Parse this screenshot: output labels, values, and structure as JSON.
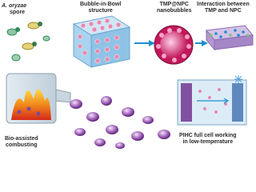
{
  "labels": {
    "spore": {
      "species": "A. oryzae",
      "word": "spore"
    },
    "bubble": {
      "line1": "Bubble-in-Bowl",
      "line2": "structure"
    },
    "nanobubbles": {
      "line1": "TMP@NPC",
      "line2": "nanobubbles"
    },
    "interaction": {
      "line1": "Interaction between",
      "line2": "TMP and NPC"
    },
    "combusting": {
      "line1": "Bio-assisted",
      "line2": "combusting"
    },
    "cell": {
      "line1": "PIHC full cell working",
      "line2": "in low-temperature"
    }
  },
  "colors": {
    "arrow": "#1d8fcf",
    "bowl": "#6a2a8a",
    "bubble": "#e58ab0",
    "fire": "#f07a1a",
    "spore": "#2e8b57"
  }
}
